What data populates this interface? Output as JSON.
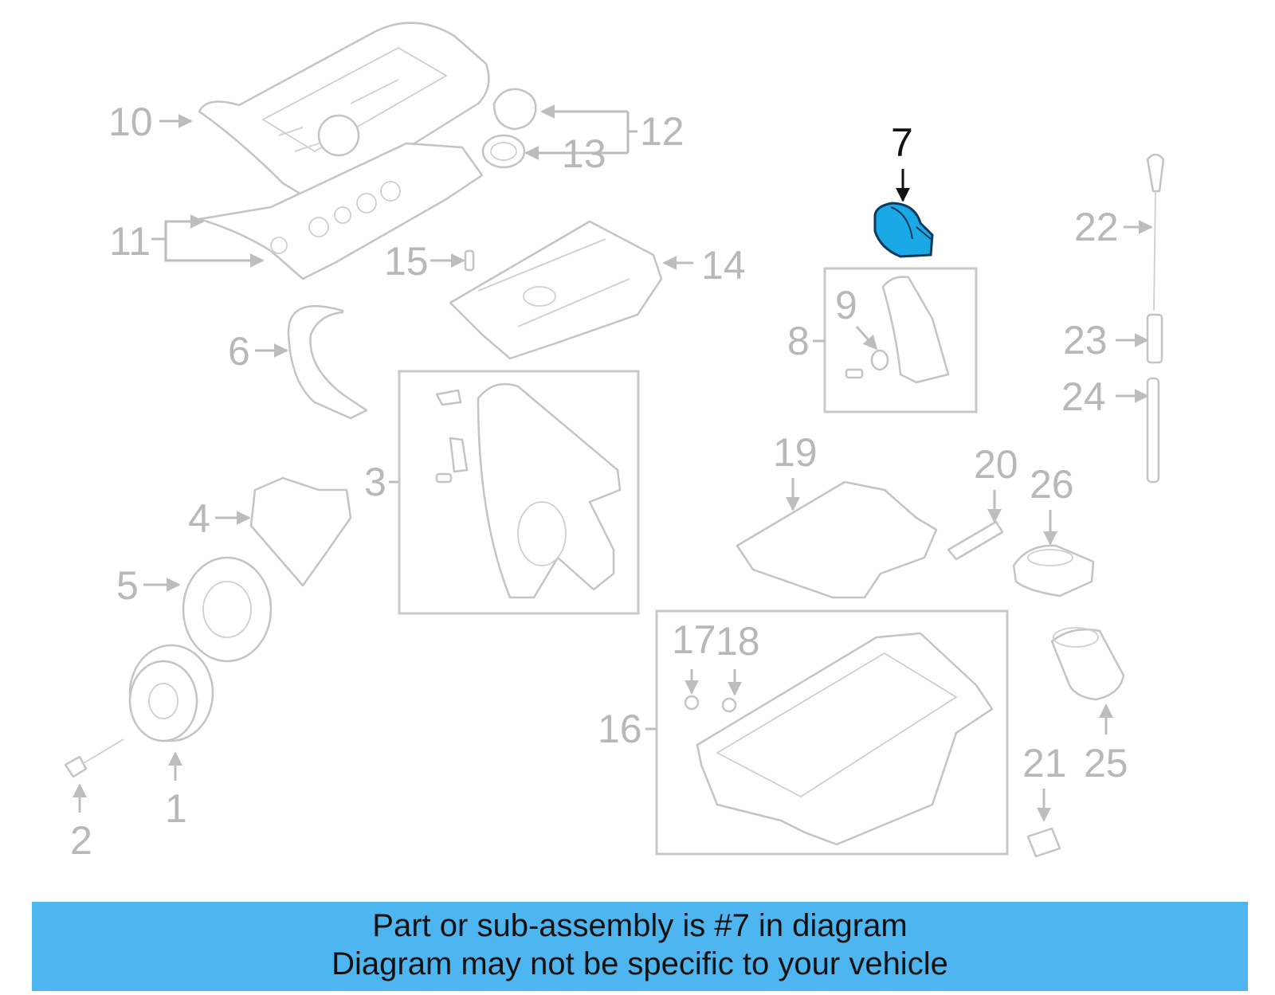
{
  "diagram": {
    "highlighted_part": "7",
    "callouts": [
      "1",
      "2",
      "3",
      "4",
      "5",
      "6",
      "7",
      "8",
      "9",
      "10",
      "11",
      "12",
      "13",
      "14",
      "15",
      "16",
      "17",
      "18",
      "19",
      "20",
      "21",
      "22",
      "23",
      "24",
      "25",
      "26"
    ],
    "highlight_color": "#1aa8e6"
  },
  "footer": {
    "line1": "Part or sub-assembly is #7 in diagram",
    "line2": "Diagram may not be specific to your vehicle",
    "background": "#4db6f0"
  }
}
